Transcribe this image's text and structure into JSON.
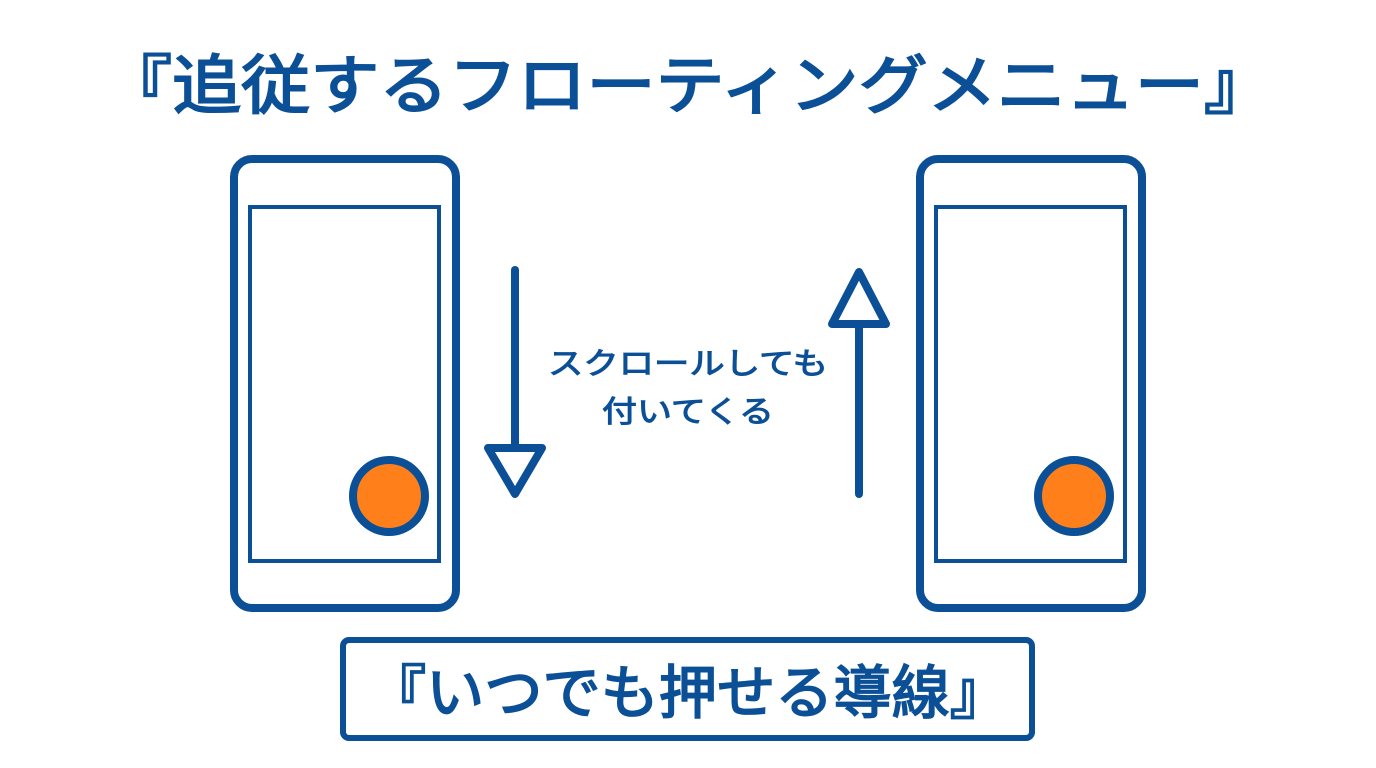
{
  "title": "『追従するフローティングメニュー』",
  "caption": {
    "line1": "スクロールしても",
    "line2": "付いてくる"
  },
  "footer": "『いつでも押せる導線』",
  "colors": {
    "primary": "#0b4f96",
    "floating_button": "#ff7f1a",
    "background": "#ffffff"
  },
  "arrows": {
    "left": "down-arrow-icon",
    "right": "up-arrow-icon"
  }
}
